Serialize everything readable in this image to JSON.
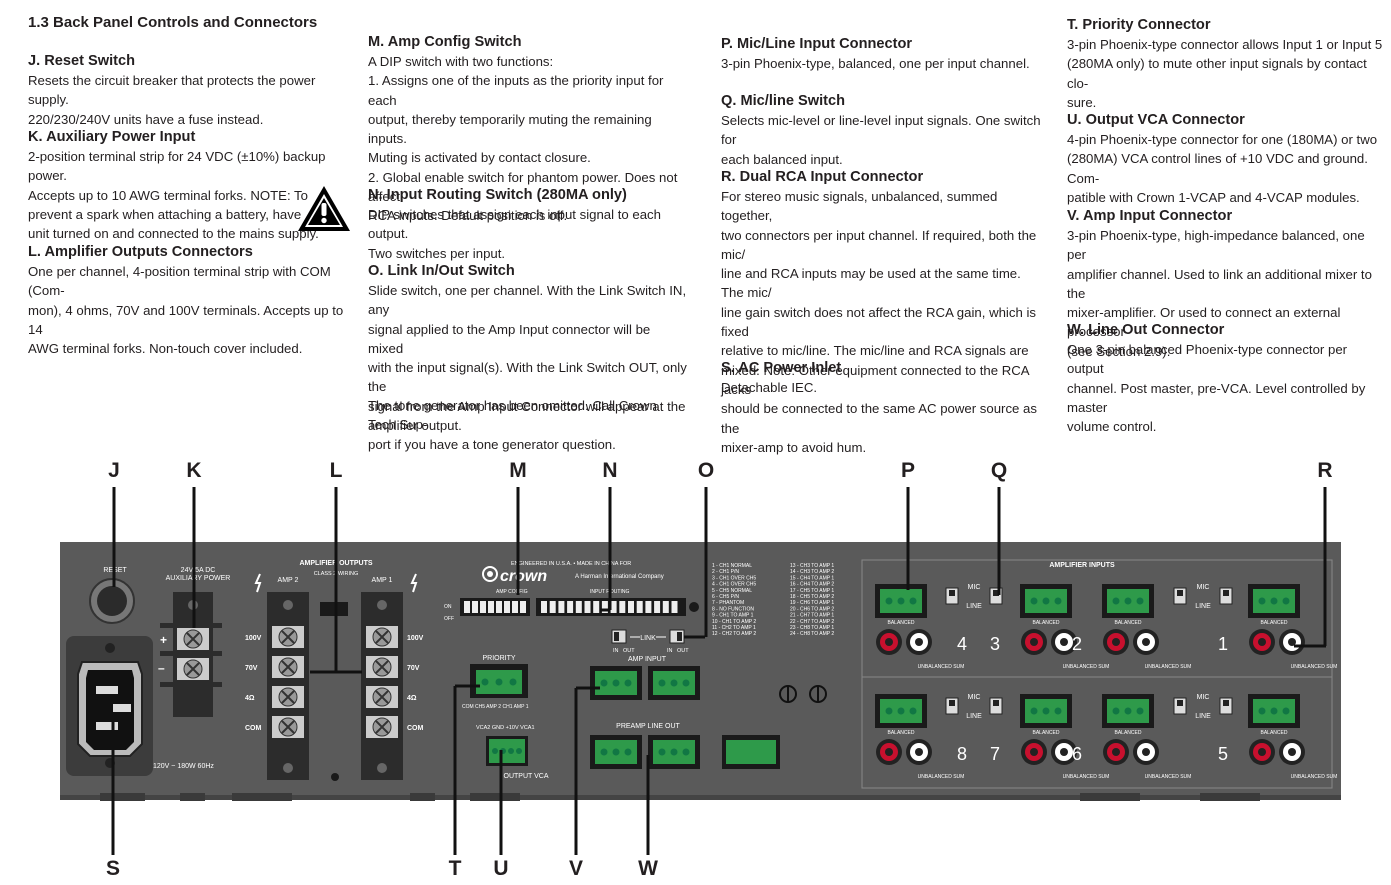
{
  "section_title": "1.3 Back Panel Controls and Connectors",
  "items": {
    "J": {
      "title": "J. Reset Switch",
      "body": "Resets the circuit breaker that protects the power supply.\n220/230/240V units have a fuse instead."
    },
    "K": {
      "title": "K. Auxiliary Power Input",
      "body": "2-position terminal strip for 24 VDC (±10%) backup power.\nAccepts up to 10 AWG terminal forks. NOTE: To\nprevent a spark when attaching a battery, have\nunit turned on and connected to the mains supply."
    },
    "L": {
      "title": "L. Amplifier Outputs Connectors",
      "body": "One per channel, 4-position terminal strip with COM (Com-\nmon), 4 ohms, 70V and 100V terminals. Accepts up to 14\nAWG terminal forks. Non-touch cover included."
    },
    "M": {
      "title": "M. Amp Config Switch",
      "body": "A DIP switch with two functions:\n1. Assigns one of the inputs as the priority input for each\noutput, thereby temporarily muting the remaining inputs.\nMuting is activated by contact closure.\n 2. Global enable switch for phantom power. Does not affect\nRCA inputs. Default position is off."
    },
    "N": {
      "title": "N. Input Routing Switch (280MA only)",
      "body": "DIP switches that assign each input signal to each output.\nTwo switches per input."
    },
    "O": {
      "title": "O. Link In/Out Switch",
      "body": "Slide switch, one per channel. With the Link Switch IN, any\nsignal applied to the Amp Input connector will be mixed\nwith the input signal(s). With the Link Switch OUT, only the\nsignal from the Amp Input Connector will appear at the\namplifier output."
    },
    "note": "The tone generator has been omitted. Call Crown Tech Sup-\nport if you have a tone generator question.",
    "P": {
      "title": "P. Mic/Line Input Connector",
      "body": "3-pin Phoenix-type, balanced, one per input channel."
    },
    "Q": {
      "title": "Q. Mic/line Switch",
      "body": "Selects mic-level or line-level input signals. One switch for\neach balanced input."
    },
    "R": {
      "title": "R. Dual RCA Input Connector",
      "body": "For stereo music signals, unbalanced, summed together,\ntwo connectors per input channel. If required, both the mic/\nline and RCA inputs may be used at the same time. The mic/\nline gain switch does not affect the RCA gain, which is fixed\nrelative to mic/line. The mic/line and RCA signals are\nmixed. Note: Other equipment connected to the RCA jacks\nshould be connected to the same AC power source as the\nmixer-amp to avoid hum."
    },
    "S": {
      "title": "S. AC Power Inlet",
      "body": "Detachable IEC."
    },
    "T": {
      "title": "T. Priority Connector",
      "body": "3-pin Phoenix-type connector allows Input 1 or Input 5\n(280MA only) to mute other input signals by contact clo-\nsure."
    },
    "U": {
      "title": "U. Output VCA Connector",
      "body": "4-pin Phoenix-type connector for one (180MA) or two\n(280MA) VCA control lines of +10 VDC and ground. Com-\npatible with Crown 1-VCAP and 4-VCAP modules."
    },
    "V": {
      "title": "V. Amp Input Connector",
      "body": "3-pin Phoenix-type, high-impedance balanced, one per\namplifier channel. Used to link an additional mixer to the\nmixer-amplifier. Or used to connect an external processor\n(see Section 2.9)."
    },
    "W": {
      "title": "W. Line Out Connector",
      "body": "One 3-pin balanced Phoenix-type connector per output\nchannel. Post master, pre-VCA. Level controlled by master\nvolume control."
    }
  },
  "callouts_top": [
    "J",
    "K",
    "L",
    "M",
    "N",
    "O",
    "P",
    "Q",
    "R"
  ],
  "callouts_bottom": [
    "S",
    "T",
    "U",
    "V",
    "W"
  ],
  "panel": {
    "reset": "RESET",
    "aux_line1": "24V  5A DC",
    "aux_line2": "AUXILIARY POWER",
    "amp_outputs": "AMPLIFIER OUTPUTS",
    "class_wiring": "CLASS 2 WIRING",
    "amp2": "AMP 2",
    "amp1": "AMP 1",
    "taps": [
      "100V",
      "70V",
      "4Ω",
      "COM"
    ],
    "mains": "120V ~ 180W  60Hz",
    "engineered": "ENGINEERED IN U.S.A. • MADE IN CHINA FOR",
    "brand": "crown",
    "harman": "A Harman International Company",
    "amp_config": "AMP CONFIG",
    "input_routing": "INPUT ROUTING",
    "on": "ON",
    "off": "OFF",
    "link": "LINK",
    "in": "IN",
    "out": "OUT",
    "priority": "PRIORITY",
    "priority_pins": "COM       CH5 AMP 2      CH1 AMP 1",
    "vca_pins": "VCA2    GND    +10V   VCA1",
    "output_vca": "OUTPUT VCA",
    "amp_input": "AMP INPUT",
    "preamp_line_out": "PREAMP  LINE OUT",
    "amplifier_inputs": "AMPLIFIER INPUTS",
    "mic": "MIC",
    "line": "LINE",
    "balanced": "BALANCED",
    "unbalanced_sum": "UNBALANCED SUM",
    "channels_top": [
      "4",
      "3",
      "2",
      "1"
    ],
    "channels_bottom": [
      "8",
      "7",
      "6",
      "5"
    ],
    "amp_config_list": [
      "1 - CH1 NORMAL",
      "2 - CH1 P/N",
      "3 - CH1 OVER CH5",
      "4 - CH1 OVER CH5",
      "5 - CH5 NORMAL",
      "6 - CH5 P/N",
      "7 - PHANTOM",
      "8 - NO FUNCTION",
      "9 - CH1 TO AMP 1",
      "10 - CH1 TO AMP 2",
      "11 - CH2 TO AMP 1",
      "12 - CH2 TO AMP 2"
    ],
    "routing_list": [
      "13 - CH3 TO AMP 1",
      "14 - CH3 TO AMP 2",
      "15 - CH4 TO AMP 1",
      "16 - CH4 TO AMP 2",
      "17 - CH5 TO AMP 1",
      "18 - CH5 TO AMP 2",
      "19 - CH6 TO AMP 1",
      "20 - CH6 TO AMP 2",
      "21 - CH7 TO AMP 1",
      "22 - CH7 TO AMP 2",
      "23 - CH8 TO AMP 1",
      "24 - CH8 TO AMP 2"
    ]
  }
}
